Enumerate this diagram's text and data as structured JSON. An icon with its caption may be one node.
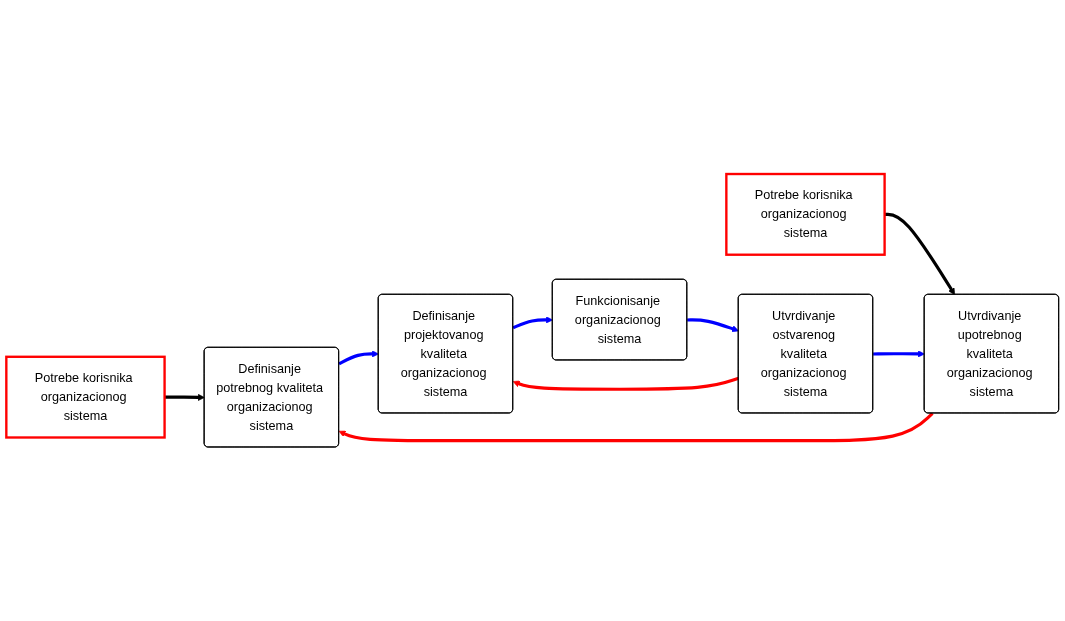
{
  "diagram": {
    "nodes": [
      {
        "text": [
          "Potrebe korisnika organizacionog sistema"
        ]
      },
      {
        "text": [
          "Potrebe korisnika organizacionog sistema"
        ]
      },
      {
        "text": [
          "Definisanje potrebnog kvaliteta organizacionog sistema"
        ]
      },
      {
        "text": [
          "Definisanje projektovanog kvaliteta organizacionog sistema"
        ]
      },
      {
        "text": [
          "Funkcionisanje organizacionog sistema"
        ]
      },
      {
        "text": [
          "Utvrdivanje ostvarenog kvaliteta organizacionog sistema"
        ]
      },
      {
        "text": [
          "Utvrdivanje upotrebnog kvaliteta organizacionog sistema"
        ]
      }
    ],
    "edges": [
      {
        "from": 0,
        "to": 2,
        "arrow": "to",
        "color": "#000000"
      },
      {
        "from": 1,
        "to": 6,
        "arrow": "to",
        "color": "#000000"
      },
      {
        "from": 2,
        "to": 3,
        "arrow": "to"
      },
      {
        "from": 3,
        "to": 4,
        "arrow": "to"
      },
      {
        "from": 4,
        "to": 5,
        "arrow": "to"
      },
      {
        "from": 5,
        "to": 6,
        "arrow": "to"
      },
      {
        "from": 5,
        "to": 3,
        "arrow": "to",
        "color": "#ff0000"
      },
      {
        "from": 6,
        "to": 2,
        "arrow": "to",
        "color": "#ff0000"
      }
    ]
  }
}
